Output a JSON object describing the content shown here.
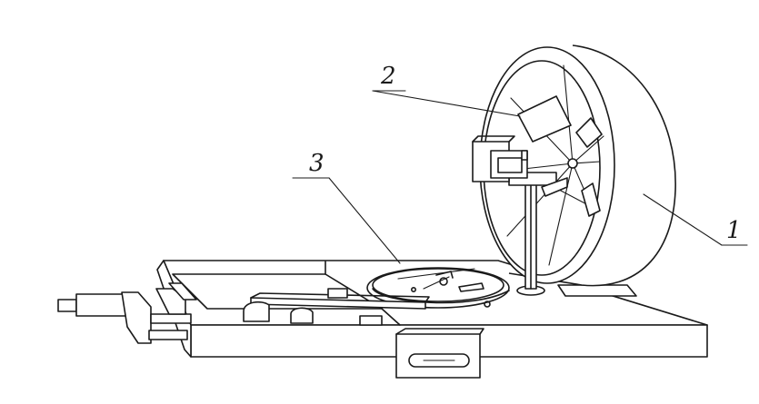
{
  "callouts": {
    "label_1": "1",
    "label_2": "2",
    "label_3": "3"
  },
  "colors": {
    "stroke": "#1a1a1a",
    "background": "#ffffff"
  }
}
